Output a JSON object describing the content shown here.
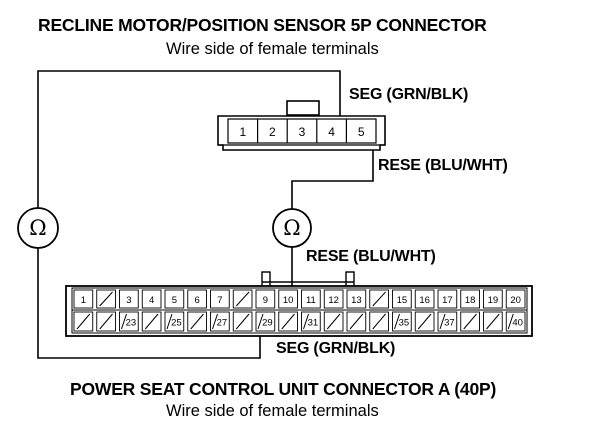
{
  "top_connector": {
    "title": "RECLINE MOTOR/POSITION SENSOR 5P CONNECTOR",
    "subtitle": "Wire side of female terminals",
    "pins": [
      "1",
      "2",
      "3",
      "4",
      "5"
    ]
  },
  "bottom_connector": {
    "title": "POWER SEAT CONTROL UNIT CONNECTOR A (40P)",
    "subtitle": "Wire side of female terminals",
    "row1": [
      "1",
      "",
      "3",
      "4",
      "5",
      "6",
      "7",
      "",
      "9",
      "10",
      "11",
      "12",
      "13",
      "",
      "15",
      "16",
      "17",
      "18",
      "19",
      "20"
    ],
    "row2": [
      "",
      "",
      "23",
      "",
      "25",
      "",
      "27",
      "",
      "29",
      "",
      "31",
      "",
      "",
      "",
      "35",
      "",
      "37",
      "",
      "",
      "40"
    ]
  },
  "labels": {
    "seg_top": "SEG (GRN/BLK)",
    "rese_top": "RESE (BLU/WHT)",
    "rese_bottom": "RESE (BLU/WHT)",
    "seg_bottom": "SEG (GRN/BLK)"
  },
  "meters": {
    "symbol": "Ω"
  }
}
